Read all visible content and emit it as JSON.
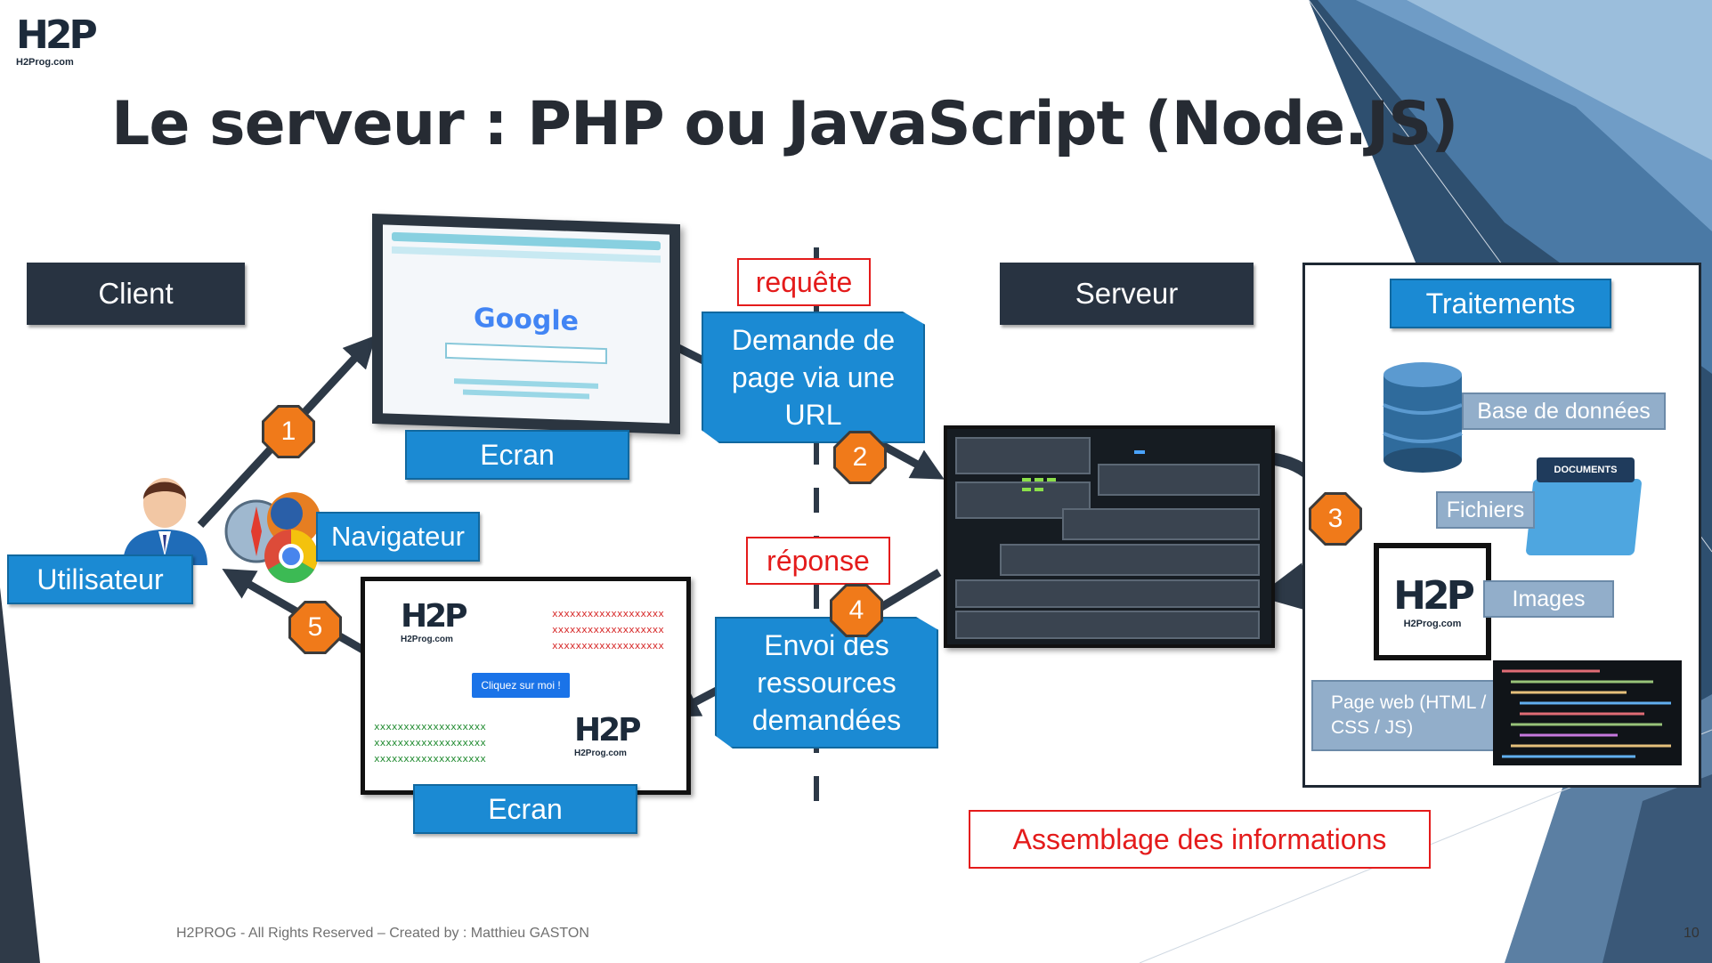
{
  "slide": {
    "title": "Le serveur : PHP ou JavaScript (Node.JS)",
    "footer": "H2PROG - All Rights Reserved – Created by : Matthieu GASTON",
    "page_number": "10"
  },
  "logo": {
    "mark": "H2P",
    "subtext": "H2Prog.com"
  },
  "client": {
    "heading": "Client",
    "user_label": "Utilisateur",
    "browser_label": "Navigateur",
    "screen_top_label": "Ecran",
    "screen_bottom_label": "Ecran",
    "google_text": "Google",
    "page_button": "Cliquez sur moi !",
    "red_text": [
      "xxxxxxxxxxxxxxxxxxx",
      "xxxxxxxxxxxxxxxxxxx",
      "xxxxxxxxxxxxxxxxxxx"
    ],
    "green_text": [
      "xxxxxxxxxxxxxxxxxxx",
      "xxxxxxxxxxxxxxxxxxx",
      "xxxxxxxxxxxxxxxxxxx"
    ]
  },
  "exchange": {
    "request_tag": "requête",
    "request_lines": [
      "Demande de",
      "page via une",
      "URL"
    ],
    "response_tag": "réponse",
    "response_lines": [
      "Envoi des",
      "ressources",
      "demandées"
    ]
  },
  "server": {
    "heading": "Serveur",
    "processing_title": "Traitements",
    "database_label": "Base de données",
    "files_label": "Fichiers",
    "documents_text": "DOCUMENTS",
    "images_label": "Images",
    "webpage_label_lines": [
      "Page web (HTML /",
      "CSS / JS)"
    ],
    "assembly_label": "Assemblage des informations"
  },
  "steps": [
    "1",
    "2",
    "3",
    "4",
    "5"
  ],
  "colors": {
    "title": "#262b33",
    "dark_box": "#283341",
    "blue_label": "#1b8ad3",
    "gray_label": "#92aeca",
    "red": "#e41b1b",
    "badge": "#f07a1a",
    "arrow": "#2d3947"
  }
}
